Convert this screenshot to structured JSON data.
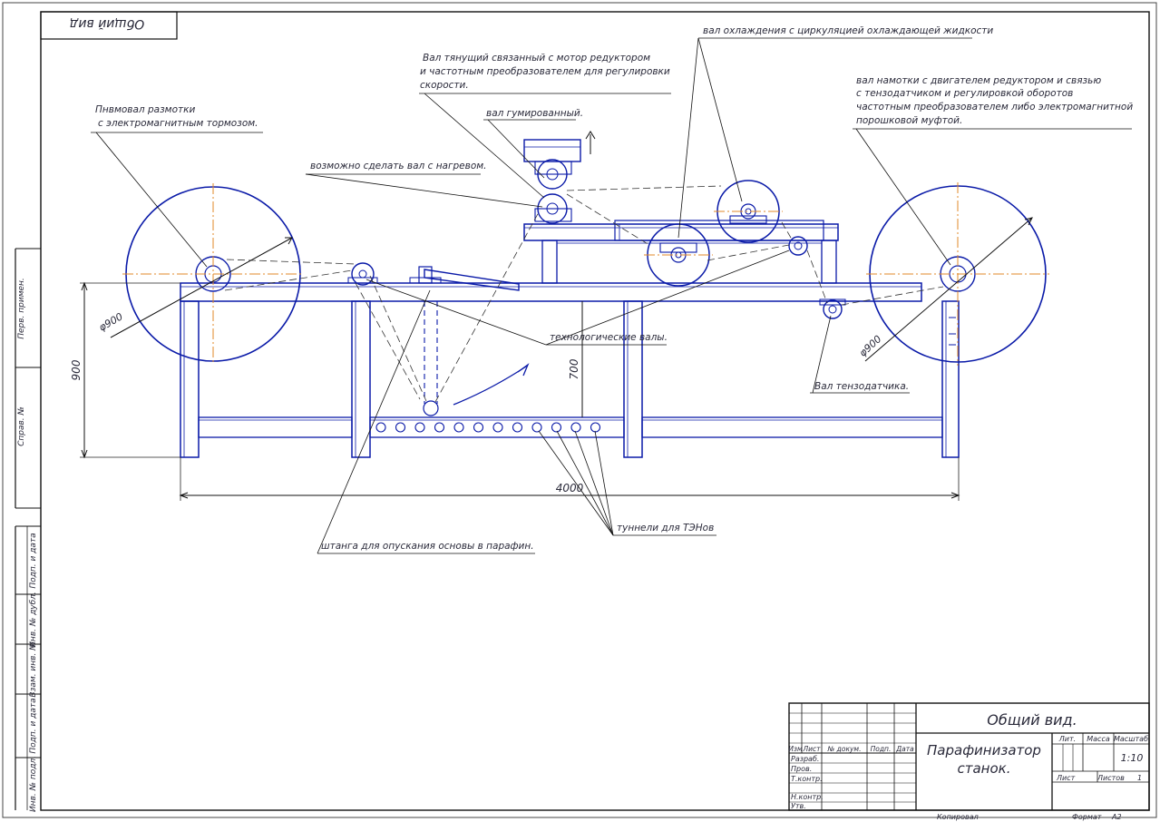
{
  "stamp": {
    "text": "Общий вид"
  },
  "callouts": {
    "unwind": [
      "Пнвмовал размотки",
      "с электромагнитным тормозом."
    ],
    "pull": [
      "Вал тянущий связанный с мотор редуктором",
      "и частотным преобразователем для регулировки",
      "скорости."
    ],
    "cooling": "вал охлаждения с циркуляцией охлаждающей жидкости",
    "winding": [
      "вал намотки с двигателем редуктором и связью",
      "с тензодатчиком и регулировкой оборотов",
      "частотным преобразователем либо электромагнитной",
      "порошковой муфтой."
    ],
    "rubber": "вал гумированный.",
    "heating": "возможно сделать вал с нагревом.",
    "tech": "технологические валы.",
    "tension": "Вал тензодатчика.",
    "rod": "штанга для опускания основы в парафин.",
    "tunnels": "туннели для ТЭНов"
  },
  "dimensions": {
    "dia_left": "φ900",
    "dia_right": "φ900",
    "height": "900",
    "inner": "700",
    "length": "4000"
  },
  "side_strip": [
    "Перв. примен.",
    "Справ. №",
    "Подп. и дата",
    "Инв. № дубл.",
    "Взам. инв. №",
    "Подп. и дата",
    "Инв. № подл."
  ],
  "title_block": {
    "view": "Общий вид.",
    "name": [
      "Парафинизатор",
      "станок."
    ],
    "head_cells": [
      "Изм",
      "Лист",
      "№ докум.",
      "Подп.",
      "Дата"
    ],
    "roles": [
      "Разраб.",
      "Пров.",
      "Т.контр.",
      "Н.контр.",
      "Утв."
    ],
    "lit": "Лит.",
    "mass": "Масса",
    "scale_label": "Масштаб",
    "scale": "1:10",
    "sheet": "Лист",
    "sheets": "Листов",
    "sheets_value": "1",
    "copied": "Копировал",
    "format": "Формат",
    "format_value": "А2"
  }
}
